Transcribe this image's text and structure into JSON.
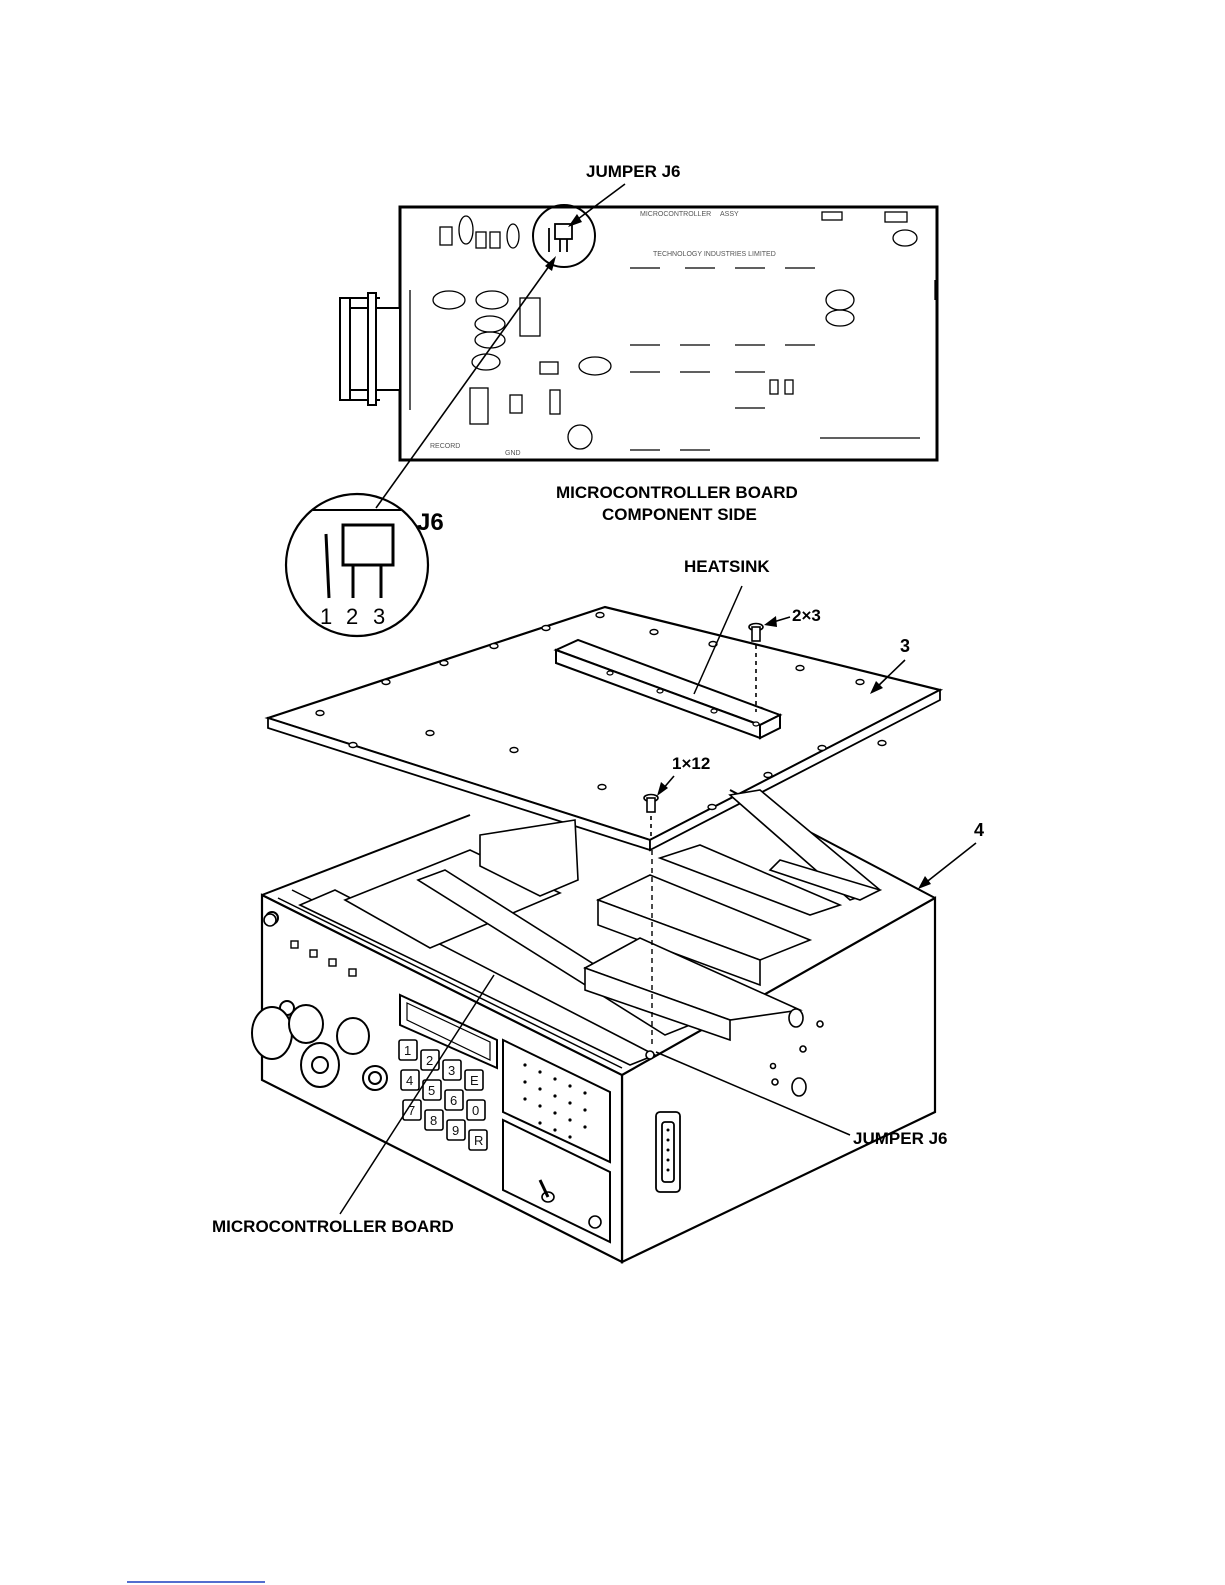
{
  "labels": {
    "jumper_j6_top": "JUMPER J6",
    "board_title_line1": "MICROCONTROLLER BOARD",
    "board_title_line2": "COMPONENT SIDE",
    "j6_detail": "J6",
    "pin1": "1",
    "pin2": "2",
    "pin3": "3",
    "heatsink": "HEATSINK",
    "screw_2x3": "2×3",
    "callout_3": "3",
    "screw_1x12": "1×12",
    "callout_4": "4",
    "jumper_j6_bottom": "JUMPER J6",
    "microcontroller_board": "MICROCONTROLLER BOARD"
  },
  "keypad": [
    "1",
    "2",
    "3",
    "E",
    "4",
    "5",
    "6",
    "0",
    "7",
    "8",
    "9",
    "R"
  ],
  "colors": {
    "ink": "#000000",
    "paper": "#ffffff",
    "footer_rule": "#1a3fbf"
  }
}
